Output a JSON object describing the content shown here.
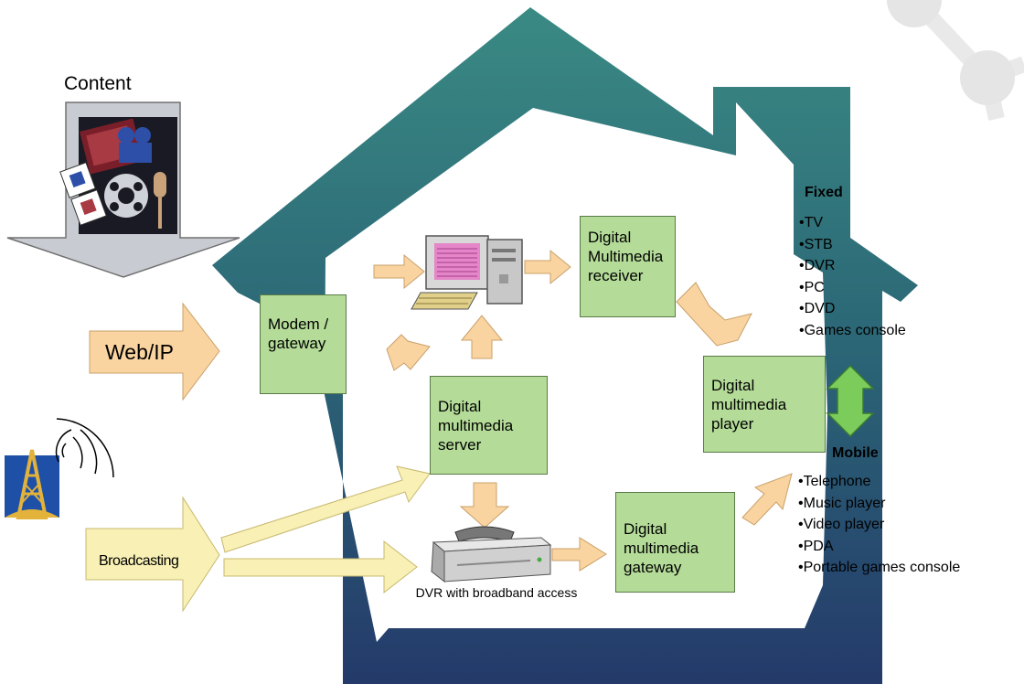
{
  "content": {
    "title": "Content"
  },
  "sources": {
    "web": "Web/IP",
    "broadcast": "Broadcasting"
  },
  "nodes": {
    "modem": "Modem / gateway",
    "receiver": "Digital Multimedia receiver",
    "server": "Digital multimedia server",
    "player": "Digital multimedia player",
    "gateway": "Digital multimedia gateway"
  },
  "dvr": {
    "caption": "DVR with broadband access"
  },
  "fixed": {
    "title": "Fixed",
    "items": [
      "TV",
      "STB",
      "DVR",
      "PC",
      "DVD",
      "Games console"
    ]
  },
  "mobile": {
    "title": "Mobile",
    "items": [
      "Telephone",
      "Music player",
      "Video player",
      "PDA",
      "Portable games console"
    ]
  },
  "colors": {
    "box": "#b4dc98",
    "orange_arrow": "#fad4a0",
    "yellow_arrow": "#f8f0b4",
    "house_top": "#3a8a84",
    "house_bottom": "#243a6a"
  }
}
